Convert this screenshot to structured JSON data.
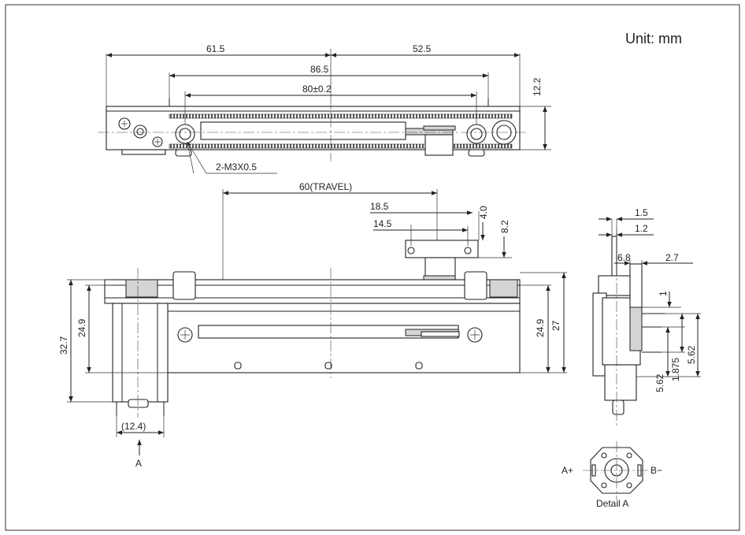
{
  "unit_label": "Unit: mm",
  "top_view": {
    "dim_overall_left": "61.5",
    "dim_overall_right": "52.5",
    "dim_mount_pitch": "86.5",
    "dim_hole_pitch": "80±0.2",
    "dim_height": "12.2",
    "screw_callout": "2-M3X0.5"
  },
  "front_view": {
    "dim_travel": "60(TRAVEL)",
    "dim_knob_outer": "18.5",
    "dim_knob_inner": "14.5",
    "dim_knob_top": "4.0",
    "dim_knob_hole": "8.2",
    "dim_motor_height": "32.7",
    "dim_body_height_left": "24.9",
    "dim_body_height_right": "24.9",
    "dim_total_height": "27",
    "dim_motor_width": "(12.4)",
    "view_arrow_label": "A"
  },
  "side_view": {
    "dim_a": "1.5",
    "dim_b": "1.2",
    "dim_c": "6.8",
    "dim_d": "2.7",
    "dim_e": "1",
    "dim_f": "5.62",
    "dim_g": "1.875",
    "dim_h": "5.62"
  },
  "detail_a": {
    "label": "Detail A",
    "terminal_plus": "A+",
    "terminal_minus": "B−"
  }
}
